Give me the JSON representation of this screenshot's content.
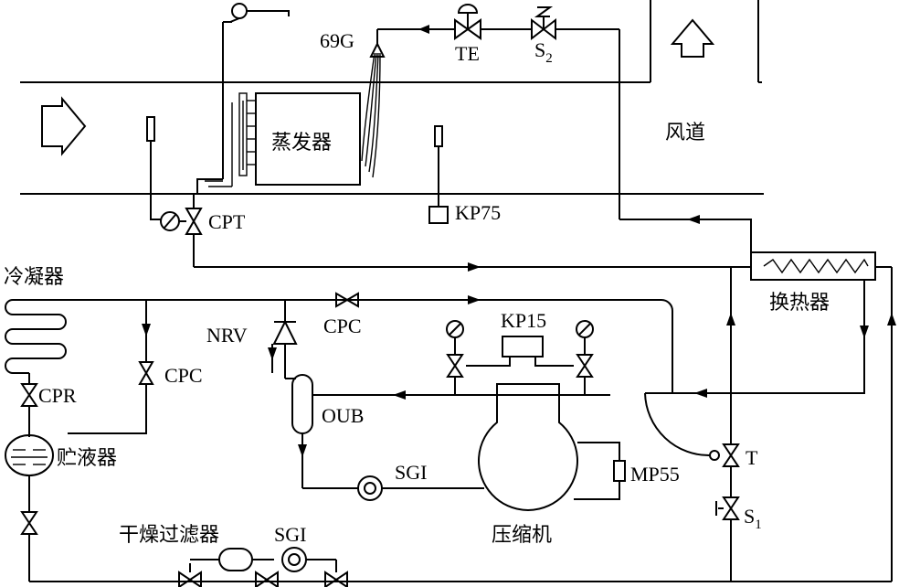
{
  "labels": {
    "evaporator": "蒸发器",
    "air_duct": "风道",
    "condenser": "冷凝器",
    "receiver": "贮液器",
    "heat_exchanger": "换热器",
    "compressor": "压缩机",
    "filter_drier": "干燥过滤器",
    "valve_69g": "69G",
    "valve_te": "TE",
    "valve_s2_main": "S",
    "valve_s2_sub": "2",
    "valve_cpt": "CPT",
    "switch_kp75": "KP75",
    "switch_kp15": "KP15",
    "valve_nrv": "NRV",
    "valve_cpc_top": "CPC",
    "valve_cpc_left": "CPC",
    "valve_cpr": "CPR",
    "oil_separator_oub": "OUB",
    "sight_glass_upper": "SGI",
    "sight_glass_lower": "SGI",
    "switch_mp55": "MP55",
    "valve_t": "T",
    "valve_s1_main": "S",
    "valve_s1_sub": "1"
  }
}
